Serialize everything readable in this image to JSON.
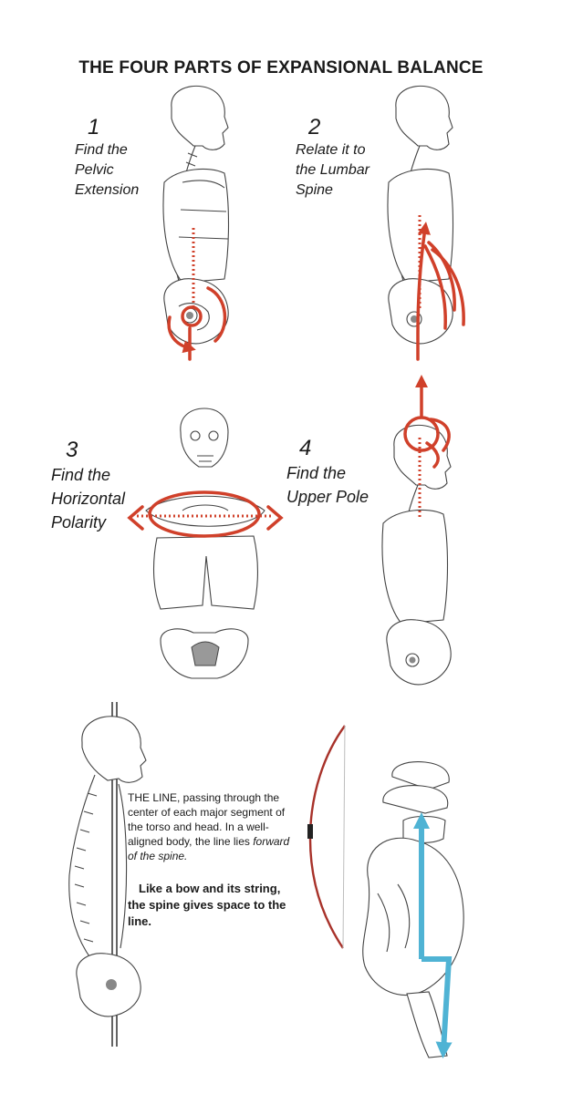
{
  "title": "THE FOUR PARTS OF EXPANSIONAL BALANCE",
  "steps": [
    {
      "number": "1",
      "caption": "Find the\nPelvic\nExtension"
    },
    {
      "number": "2",
      "caption": "Relate it to\nthe Lumbar\nSpine"
    },
    {
      "number": "3",
      "caption": "Find the\nHorizontal\nPolarity"
    },
    {
      "number": "4",
      "caption": "Find the\nUpper Pole"
    }
  ],
  "line_text": {
    "lead": "THE LINE, passing through the center of each major segment of the torso and head.  In a well-aligned body, the line lies ",
    "emphasis": "forward of the spine.",
    "bow": "Like a bow and its string, the spine gives space to the line."
  },
  "colors": {
    "accent_red": "#d0402a",
    "accent_blue": "#4fb3d4",
    "bone": "#444444"
  }
}
